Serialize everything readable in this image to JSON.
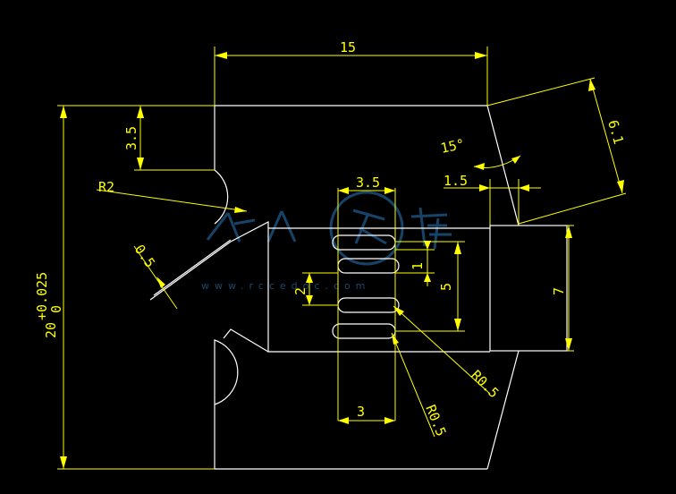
{
  "drawing": {
    "background_color": "#000000",
    "part_color": "#ffffff",
    "dimension_color": "#ffff00",
    "dimensions": {
      "width_15": "15",
      "depth_3_5": "3.5",
      "radius_r2": "R2",
      "chamfer_0_5": "0.5",
      "tol_base": "20",
      "tol_upper": "+0.025",
      "tol_lower": "0",
      "slot_3_5": "3.5",
      "angle_15": "15°",
      "gap_1_5": "1.5",
      "slant_6_1": "6.1",
      "height_7": "7",
      "slot_2": "2",
      "slot_1": "1",
      "slot_5": "5",
      "slot_3": "3",
      "radius_r0_5_a": "R0.5",
      "radius_r0_5_b": "R0.5"
    }
  }
}
